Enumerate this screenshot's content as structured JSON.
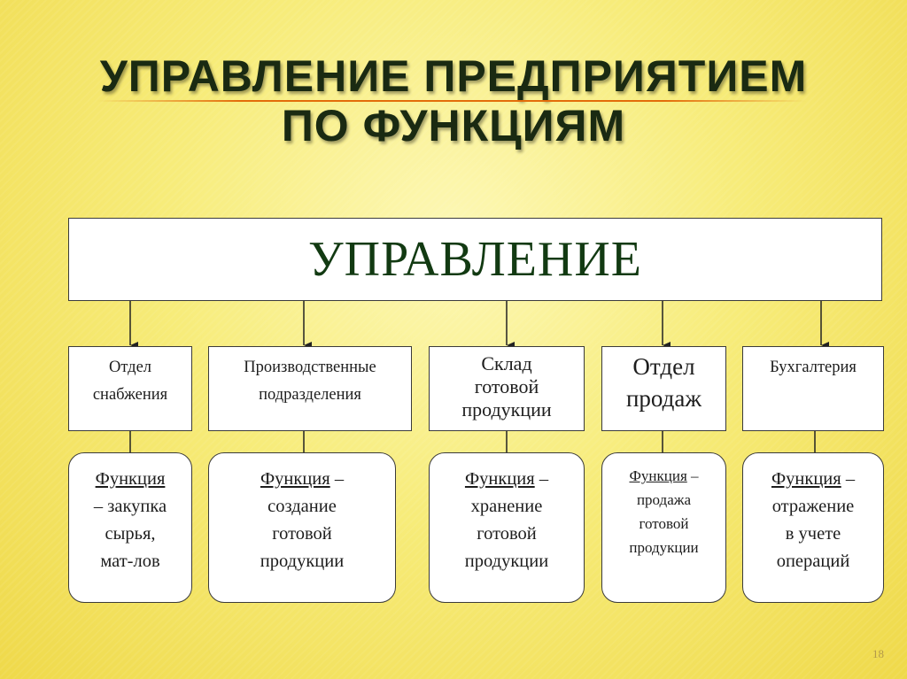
{
  "slide": {
    "title_line1": "УПРАВЛЕНИЕ ПРЕДПРИЯТИЕМ",
    "title_line2": "ПО ФУНКЦИЯМ",
    "page_number": "18",
    "accent_color": "#e36c09",
    "title_color": "#1a2a12"
  },
  "diagram": {
    "root": {
      "label": "УПРАВЛЕНИЕ"
    },
    "departments": [
      {
        "label": "Отдел\nснабжения",
        "function_word": "Функция",
        "function_text": "– закупка\nсырья,\nмат-лов"
      },
      {
        "label": "Производственные\nподразделения",
        "function_word": "Функция",
        "function_text": " –\nсоздание\nготовой\nпродукции"
      },
      {
        "label": "Склад\nготовой\nпродукции",
        "function_word": "Функция",
        "function_text": " –\nхранение\nготовой\nпродукции"
      },
      {
        "label": "Отдел\nпродаж",
        "function_word": "Функция",
        "function_text": " –\nпродажа\nготовой\nпродукции"
      },
      {
        "label": "Бухгалтерия",
        "function_word": "Функция",
        "function_text": " –\nотражение\nв учете\nопераций"
      }
    ]
  }
}
